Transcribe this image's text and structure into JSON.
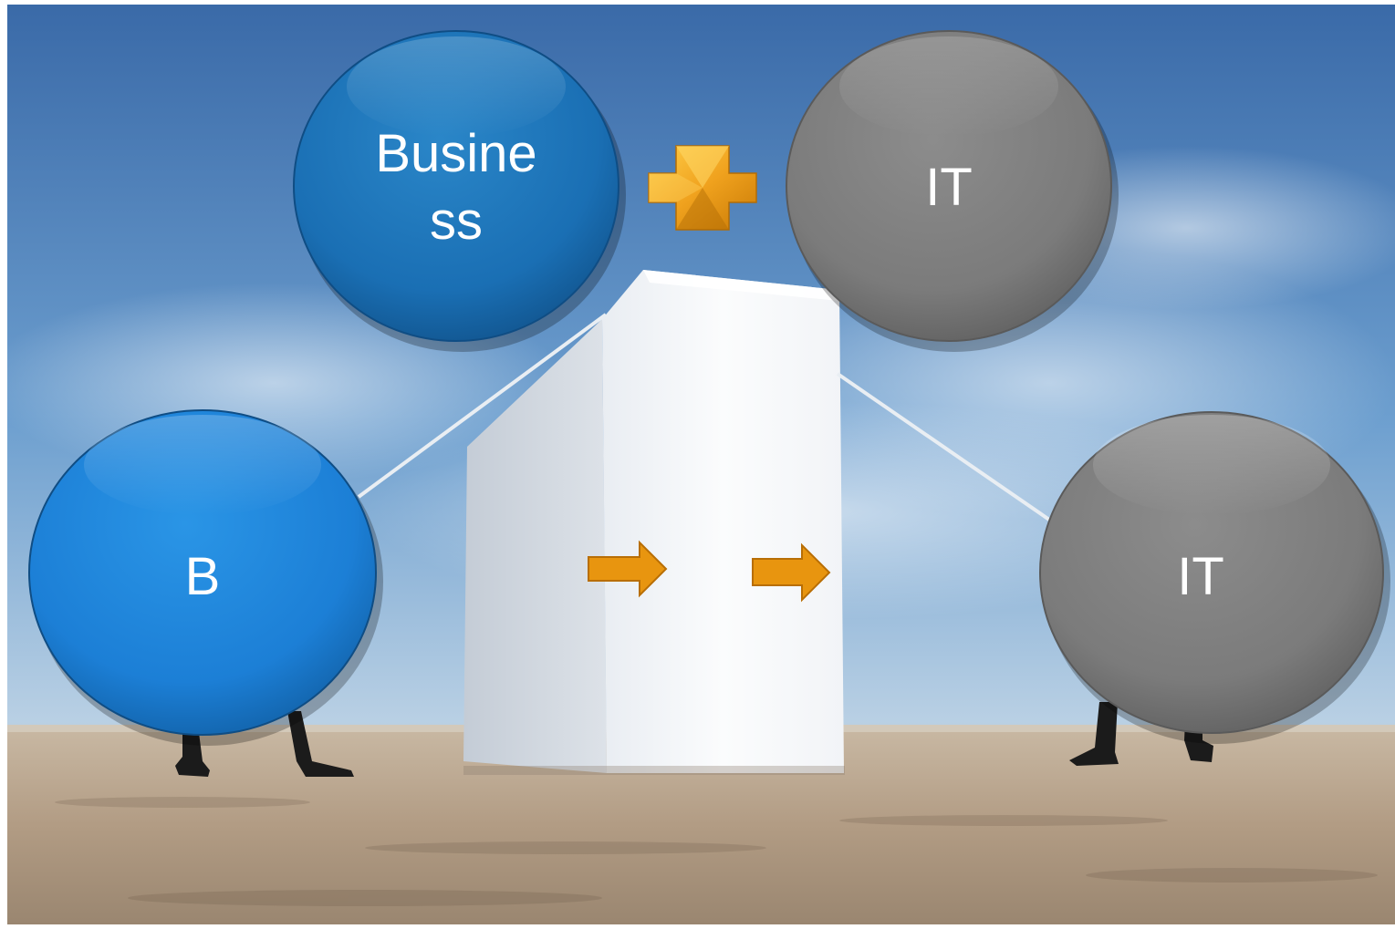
{
  "scene": {
    "bubbles": {
      "business_top": {
        "line1": "Busine",
        "line2": "ss"
      },
      "it_top": {
        "label": "IT"
      },
      "b_left": {
        "label": "B"
      },
      "it_right": {
        "label": "IT"
      }
    },
    "icons": {
      "plus": "plus-icon",
      "arrow": "arrow-right-icon"
    },
    "colors": {
      "business_blue": "#1a6fb4",
      "b_blue": "#1c7fd6",
      "it_gray": "#7f7f7f",
      "accent_orange": "#e8950f",
      "sky_top": "#3f74b4",
      "ground": "#b8a590"
    }
  }
}
